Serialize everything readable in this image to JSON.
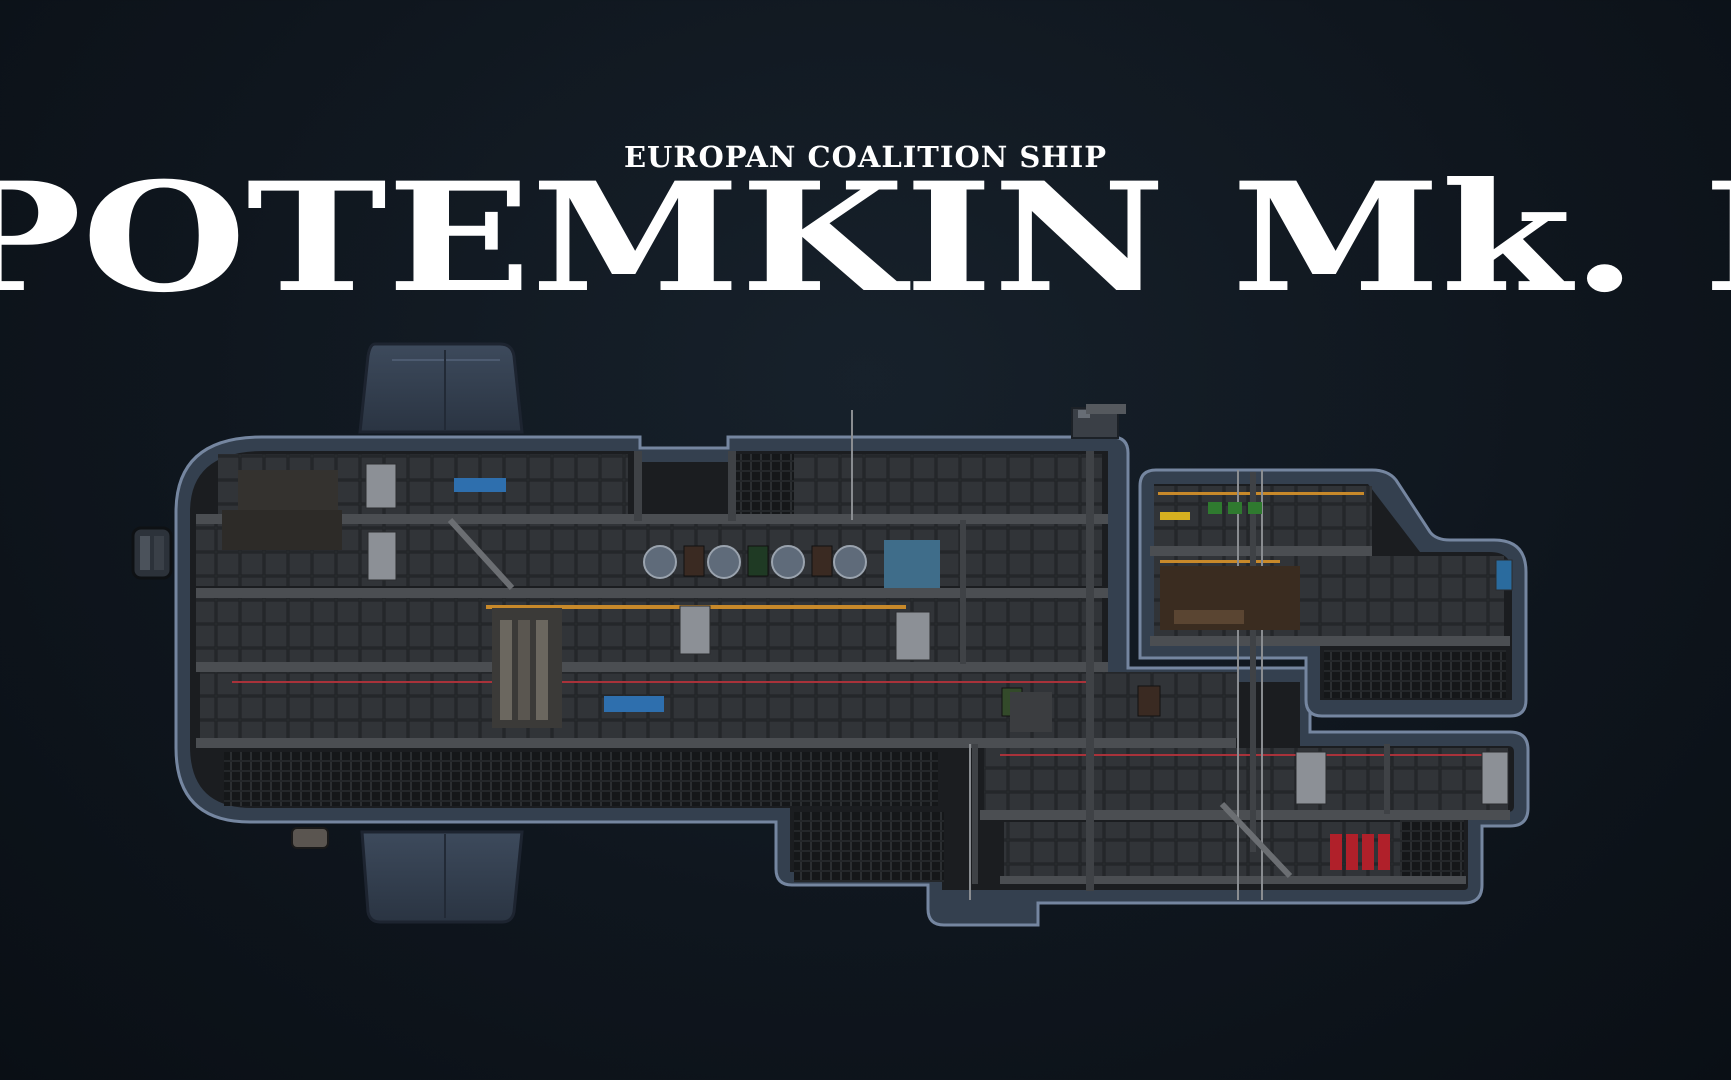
{
  "header": {
    "subtitle": "EUROPAN COALITION SHIP",
    "title": "POTEMKIN Mk. I"
  },
  "colors": {
    "background": "#0f161e",
    "hull": "#34404f",
    "hull_edge": "#6c7f9a",
    "interior": "#1a1c1e",
    "floor": "#4a4c4f",
    "accent_orange": "#c8892a",
    "accent_red": "#a9323a",
    "screen_blue": "#2e6fae",
    "title_text": "#ffffff"
  },
  "icons": [
    "ship-hull",
    "room",
    "docking-hatch",
    "turret",
    "ballast-tank",
    "porthole",
    "locker",
    "reactor"
  ]
}
